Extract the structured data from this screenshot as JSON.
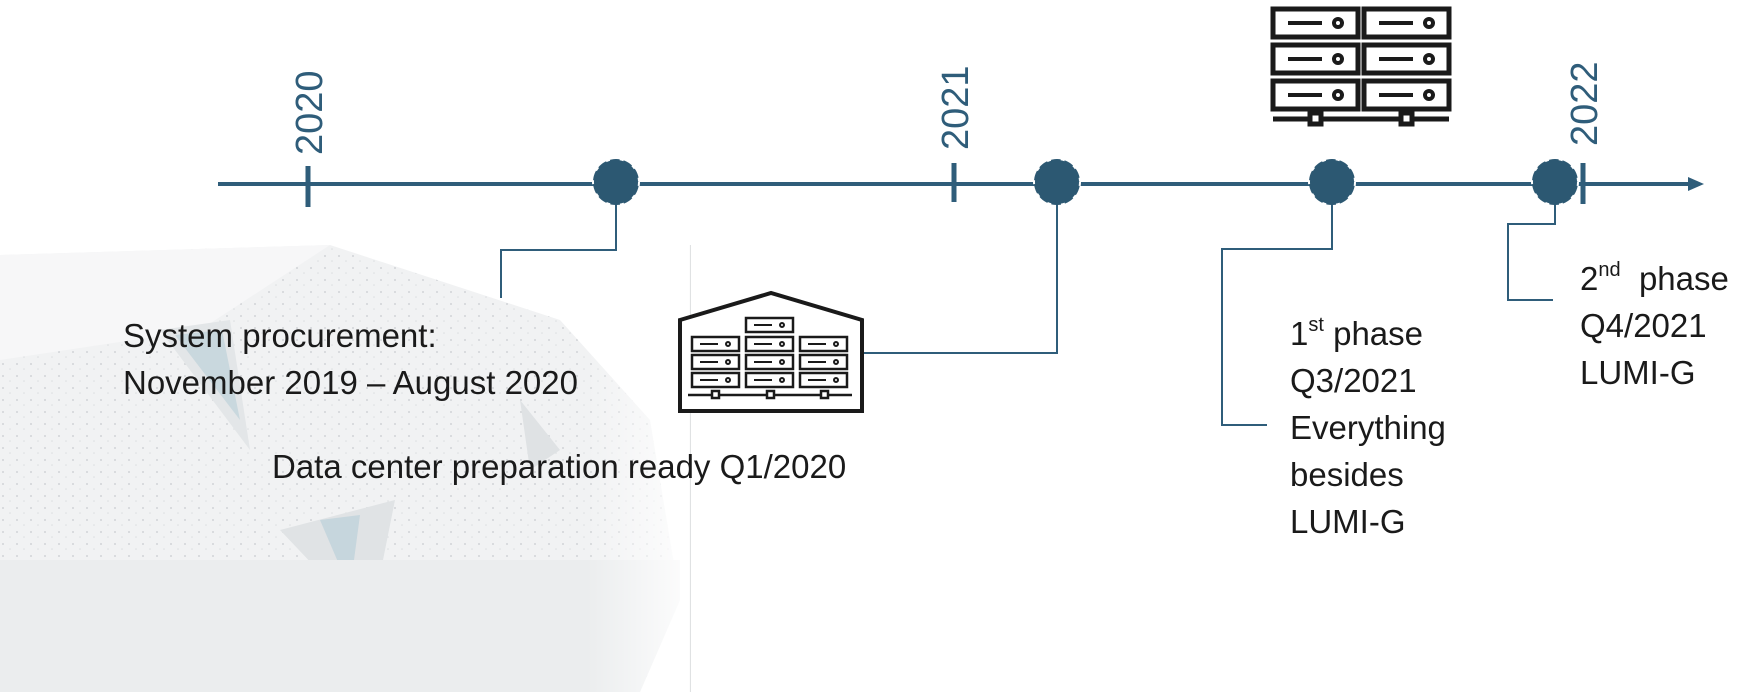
{
  "colors": {
    "timeline": "#2f5d7a",
    "milestone_fill": "#2c5872",
    "icon_stroke": "#1a1a1a"
  },
  "years": [
    "2020",
    "2021",
    "2022"
  ],
  "milestones": {
    "procurement": {
      "line1": "System procurement:",
      "line2": "November 2019 – August 2020"
    },
    "datacenter": {
      "text": "Data center preparation ready Q1/2020",
      "icon": "datacenter-building-icon"
    },
    "phase1": {
      "num": "1",
      "suffix": "st",
      "word": "phase",
      "quarter": "Q3/2021",
      "line3": "Everything",
      "line4": "besides",
      "line5": "LUMI-G",
      "icon": "server-rack-icon"
    },
    "phase2": {
      "num": "2",
      "suffix": "nd",
      "word": "phase",
      "quarter": "Q4/2021",
      "line3": "LUMI-G"
    }
  }
}
